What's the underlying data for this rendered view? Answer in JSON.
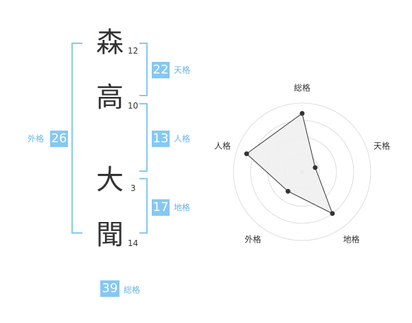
{
  "name": {
    "chars": [
      {
        "kanji": "森",
        "strokes": "12"
      },
      {
        "kanji": "高",
        "strokes": "10"
      },
      {
        "kanji": "大",
        "strokes": "3"
      },
      {
        "kanji": "聞",
        "strokes": "14"
      }
    ]
  },
  "fortune": {
    "tenkaku": {
      "value": "22",
      "label": "天格"
    },
    "jinkaku": {
      "value": "13",
      "label": "人格"
    },
    "chikaku": {
      "value": "17",
      "label": "地格"
    },
    "gaikaku": {
      "value": "26",
      "label": "外格"
    },
    "soukaku": {
      "value": "39",
      "label": "総格"
    }
  },
  "chart_data": {
    "type": "radar",
    "axes": [
      "総格",
      "天格",
      "地格",
      "外格",
      "人格"
    ],
    "values": [
      0.85,
      0.2,
      0.75,
      0.35,
      0.85
    ],
    "rings": 4,
    "colors": {
      "accent": "#85c8f2",
      "fill": "#f0f0f0",
      "line": "#333333",
      "grid": "#dddddd"
    }
  }
}
